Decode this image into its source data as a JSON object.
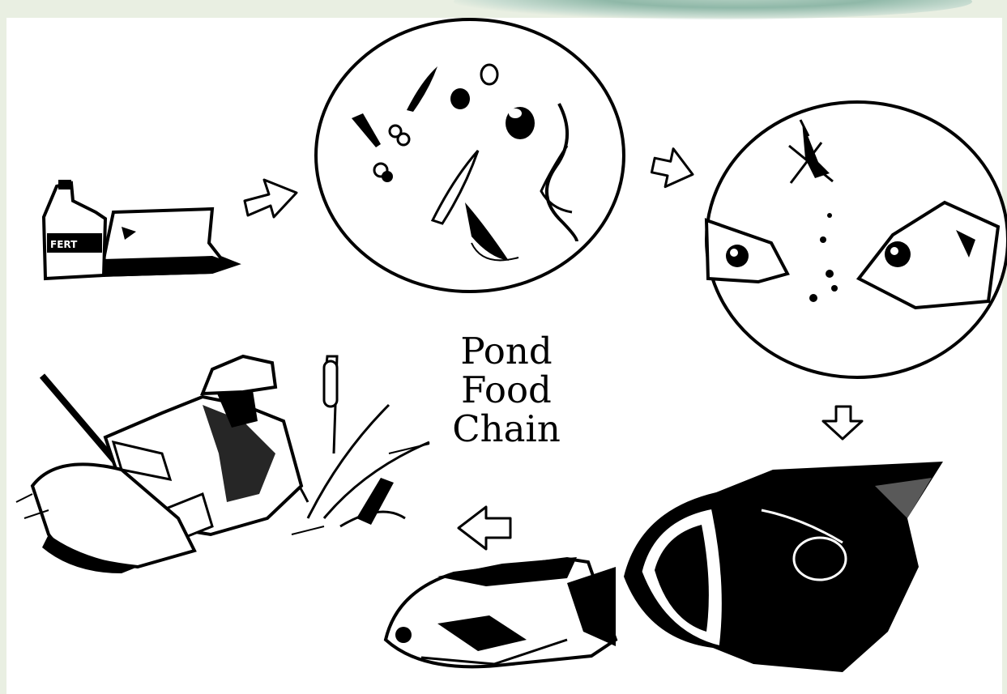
{
  "diagram": {
    "title_lines": [
      "Pond",
      "Food",
      "Chain"
    ],
    "fertilizer_bottle_label": "FERT"
  },
  "stages": [
    {
      "id": "fertilizer",
      "icon": "fertilizer-bag-and-bottle-icon"
    },
    {
      "id": "plankton",
      "icon": "plankton-circle-icon"
    },
    {
      "id": "insects",
      "icon": "insects-fish-eating-circle-icon"
    },
    {
      "id": "bass",
      "icon": "largemouth-bass-icon"
    },
    {
      "id": "bluegill",
      "icon": "bluegill-fish-icon"
    },
    {
      "id": "angler",
      "icon": "fisherman-icon"
    }
  ],
  "arrows": [
    "arrow-right",
    "arrow-right",
    "arrow-down",
    "arrow-left"
  ],
  "colors": {
    "ink": "#000000",
    "paper": "#ffffff",
    "frame": "#e9efe2",
    "swoosh": "#8fb8a8"
  }
}
